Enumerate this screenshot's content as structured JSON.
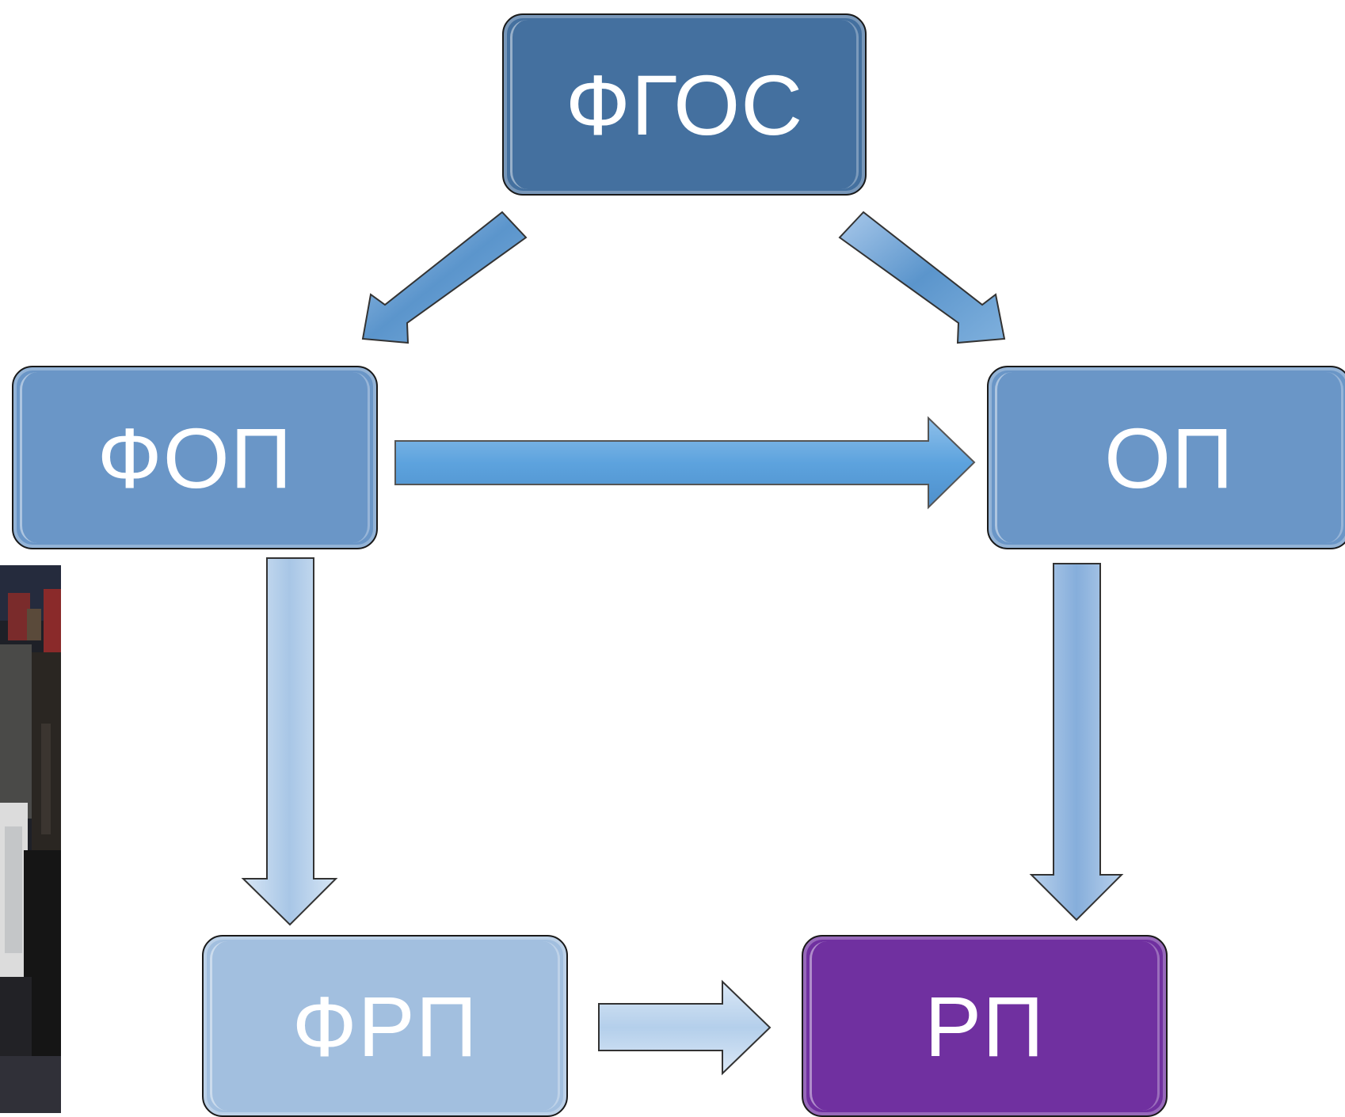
{
  "nodes": {
    "fgos": {
      "label": "ФГОС",
      "color": "#44709f"
    },
    "fop": {
      "label": "ФОП",
      "color": "#6a96c7"
    },
    "op": {
      "label": "ОП",
      "color": "#6a96c7"
    },
    "frp": {
      "label": "ФРП",
      "color": "#a2bfdf"
    },
    "rp": {
      "label": "РП",
      "color": "#7030a0"
    }
  },
  "edges": [
    {
      "from": "ФГОС",
      "to": "ФОП"
    },
    {
      "from": "ФГОС",
      "to": "ОП"
    },
    {
      "from": "ФОП",
      "to": "ОП"
    },
    {
      "from": "ФОП",
      "to": "ФРП"
    },
    {
      "from": "ОП",
      "to": "РП"
    },
    {
      "from": "ФРП",
      "to": "РП"
    }
  ],
  "arrow_colors": {
    "diagonal": "#5b95cc",
    "horizontal_main": "#63a5de",
    "vertical_light": "#a8c6e6",
    "vertical_mid": "#86aedb",
    "horizontal_light": "#b4cfeb",
    "outline": "#333333"
  }
}
